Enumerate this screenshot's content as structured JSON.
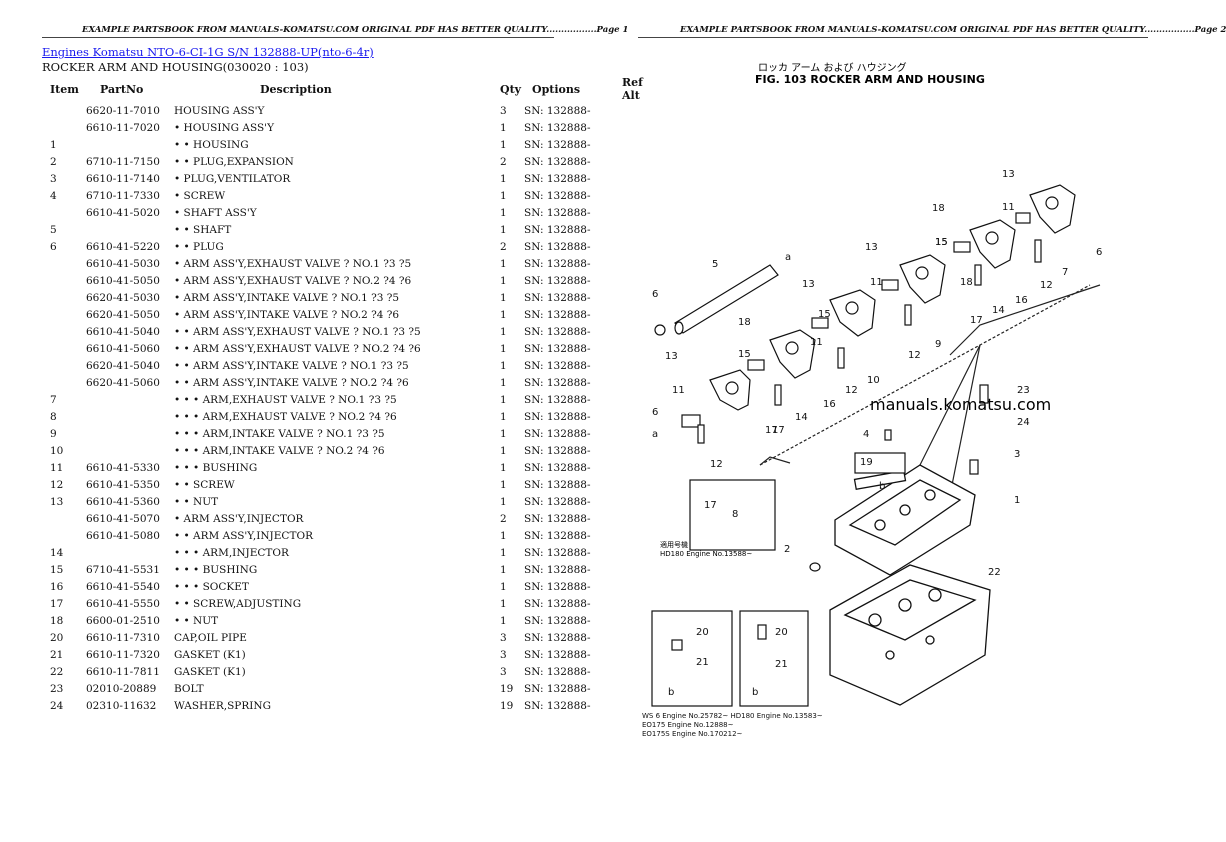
{
  "header_left": "EXAMPLE PARTSBOOK FROM MANUALS-KOMATSU.COM ORIGINAL PDF HAS BETTER QUALITY.................Page 1",
  "header_right": "EXAMPLE PARTSBOOK FROM MANUALS-KOMATSU.COM ORIGINAL PDF HAS BETTER QUALITY.................Page 2",
  "breadcrumb": {
    "part1": "Engines Komatsu",
    "part2": "NTO-6-CI-1G S/N 132888-UP(nto-6-4r)"
  },
  "subtitle": "ROCKER ARM AND HOUSING(030020 : 103)",
  "columns": [
    "Item",
    "PartNo",
    "Description",
    "Qty",
    "Options",
    "Ref Alt"
  ],
  "rows": [
    {
      "item": "",
      "part": "6620-11-7010",
      "desc": "HOUSING ASS'Y",
      "qty": "3",
      "opt": "SN: 132888-"
    },
    {
      "item": "",
      "part": "6610-11-7020",
      "desc": "• HOUSING ASS'Y",
      "qty": "1",
      "opt": "SN: 132888-"
    },
    {
      "item": "1",
      "part": "",
      "desc": "• • HOUSING",
      "qty": "1",
      "opt": "SN: 132888-"
    },
    {
      "item": "2",
      "part": "6710-11-7150",
      "desc": "• • PLUG,EXPANSION",
      "qty": "2",
      "opt": "SN: 132888-"
    },
    {
      "item": "3",
      "part": "6610-11-7140",
      "desc": "• PLUG,VENTILATOR",
      "qty": "1",
      "opt": "SN: 132888-"
    },
    {
      "item": "4",
      "part": "6710-11-7330",
      "desc": "• SCREW",
      "qty": "1",
      "opt": "SN: 132888-"
    },
    {
      "item": "",
      "part": "6610-41-5020",
      "desc": "• SHAFT ASS'Y",
      "qty": "1",
      "opt": "SN: 132888-"
    },
    {
      "item": "5",
      "part": "",
      "desc": "• • SHAFT",
      "qty": "1",
      "opt": "SN: 132888-"
    },
    {
      "item": "6",
      "part": "6610-41-5220",
      "desc": "• • PLUG",
      "qty": "2",
      "opt": "SN: 132888-"
    },
    {
      "item": "",
      "part": "6610-41-5030",
      "desc": "• ARM ASS'Y,EXHAUST VALVE ? NO.1 ?3 ?5",
      "qty": "1",
      "opt": "SN: 132888-"
    },
    {
      "item": "",
      "part": "6610-41-5050",
      "desc": "• ARM ASS'Y,EXHAUST VALVE ? NO.2 ?4 ?6",
      "qty": "1",
      "opt": "SN: 132888-"
    },
    {
      "item": "",
      "part": "6620-41-5030",
      "desc": "• ARM ASS'Y,INTAKE VALVE ? NO.1 ?3 ?5",
      "qty": "1",
      "opt": "SN: 132888-"
    },
    {
      "item": "",
      "part": "6620-41-5050",
      "desc": "• ARM ASS'Y,INTAKE VALVE ? NO.2 ?4 ?6",
      "qty": "1",
      "opt": "SN: 132888-"
    },
    {
      "item": "",
      "part": "6610-41-5040",
      "desc": "• • ARM ASS'Y,EXHAUST VALVE ? NO.1 ?3 ?5",
      "qty": "1",
      "opt": "SN: 132888-"
    },
    {
      "item": "",
      "part": "6610-41-5060",
      "desc": "• • ARM ASS'Y,EXHAUST VALVE ? NO.2 ?4 ?6",
      "qty": "1",
      "opt": "SN: 132888-"
    },
    {
      "item": "",
      "part": "6620-41-5040",
      "desc": "• • ARM ASS'Y,INTAKE VALVE ? NO.1 ?3 ?5",
      "qty": "1",
      "opt": "SN: 132888-"
    },
    {
      "item": "",
      "part": "6620-41-5060",
      "desc": "• • ARM ASS'Y,INTAKE VALVE ? NO.2 ?4 ?6",
      "qty": "1",
      "opt": "SN: 132888-"
    },
    {
      "item": "7",
      "part": "",
      "desc": "• • • ARM,EXHAUST VALVE ? NO.1 ?3 ?5",
      "qty": "1",
      "opt": "SN: 132888-"
    },
    {
      "item": "8",
      "part": "",
      "desc": "• • • ARM,EXHAUST VALVE ? NO.2 ?4 ?6",
      "qty": "1",
      "opt": "SN: 132888-"
    },
    {
      "item": "9",
      "part": "",
      "desc": "• • • ARM,INTAKE VALVE ? NO.1 ?3 ?5",
      "qty": "1",
      "opt": "SN: 132888-"
    },
    {
      "item": "10",
      "part": "",
      "desc": "• • • ARM,INTAKE VALVE ? NO.2 ?4 ?6",
      "qty": "1",
      "opt": "SN: 132888-"
    },
    {
      "item": "11",
      "part": "6610-41-5330",
      "desc": "• • • BUSHING",
      "qty": "1",
      "opt": "SN: 132888-"
    },
    {
      "item": "12",
      "part": "6610-41-5350",
      "desc": "• • SCREW",
      "qty": "1",
      "opt": "SN: 132888-"
    },
    {
      "item": "13",
      "part": "6610-41-5360",
      "desc": "• • NUT",
      "qty": "1",
      "opt": "SN: 132888-"
    },
    {
      "item": "",
      "part": "6610-41-5070",
      "desc": "• ARM ASS'Y,INJECTOR",
      "qty": "2",
      "opt": "SN: 132888-"
    },
    {
      "item": "",
      "part": "6610-41-5080",
      "desc": "• • ARM ASS'Y,INJECTOR",
      "qty": "1",
      "opt": "SN: 132888-"
    },
    {
      "item": "14",
      "part": "",
      "desc": "• • • ARM,INJECTOR",
      "qty": "1",
      "opt": "SN: 132888-"
    },
    {
      "item": "15",
      "part": "6710-41-5531",
      "desc": "• • • BUSHING",
      "qty": "1",
      "opt": "SN: 132888-"
    },
    {
      "item": "16",
      "part": "6610-41-5540",
      "desc": "• • • SOCKET",
      "qty": "1",
      "opt": "SN: 132888-"
    },
    {
      "item": "17",
      "part": "6610-41-5550",
      "desc": "• • SCREW,ADJUSTING",
      "qty": "1",
      "opt": "SN: 132888-"
    },
    {
      "item": "18",
      "part": "6600-01-2510",
      "desc": "• • NUT",
      "qty": "1",
      "opt": "SN: 132888-"
    },
    {
      "item": "20",
      "part": "6610-11-7310",
      "desc": "CAP,OIL PIPE",
      "qty": "3",
      "opt": "SN: 132888-"
    },
    {
      "item": "21",
      "part": "6610-11-7320",
      "desc": "GASKET (K1)",
      "qty": "3",
      "opt": "SN: 132888-"
    },
    {
      "item": "22",
      "part": "6610-11-7811",
      "desc": "GASKET (K1)",
      "qty": "3",
      "opt": "SN: 132888-"
    },
    {
      "item": "23",
      "part": "02010-20889",
      "desc": "BOLT",
      "qty": "19",
      "opt": "SN: 132888-"
    },
    {
      "item": "24",
      "part": "02310-11632",
      "desc": "WASHER,SPRING",
      "qty": "19",
      "opt": "SN: 132888-"
    }
  ],
  "diagram": {
    "jp_title": "ロッカ アーム および ハウジング",
    "fig_title": "FIG. 103  ROCKER ARM AND HOUSING",
    "watermark": "manuals.komatsu.com",
    "callouts": [
      "13",
      "18",
      "11",
      "15",
      "5",
      "6",
      "a",
      "13",
      "11",
      "15",
      "18",
      "13",
      "15",
      "11",
      "17",
      "12",
      "16",
      "9",
      "7",
      "6",
      "14",
      "17",
      "12",
      "10",
      "12",
      "16",
      "8",
      "14",
      "17",
      "12",
      "11",
      "13",
      "15",
      "18",
      "6",
      "a",
      "4",
      "19",
      "b",
      "17",
      "2",
      "1",
      "3",
      "23",
      "24",
      "22",
      "20",
      "21",
      "b",
      "20",
      "21",
      "b"
    ],
    "inset_caption_left": "HD180 Engine No.13588~",
    "inset_caption_jp": "適用号機",
    "note_lines": [
      "WS 6   Engine No.25782~   HD180 Engine No.13583~",
      "EO175   Engine No.12888~",
      "EO175S  Engine No.170212~"
    ]
  }
}
